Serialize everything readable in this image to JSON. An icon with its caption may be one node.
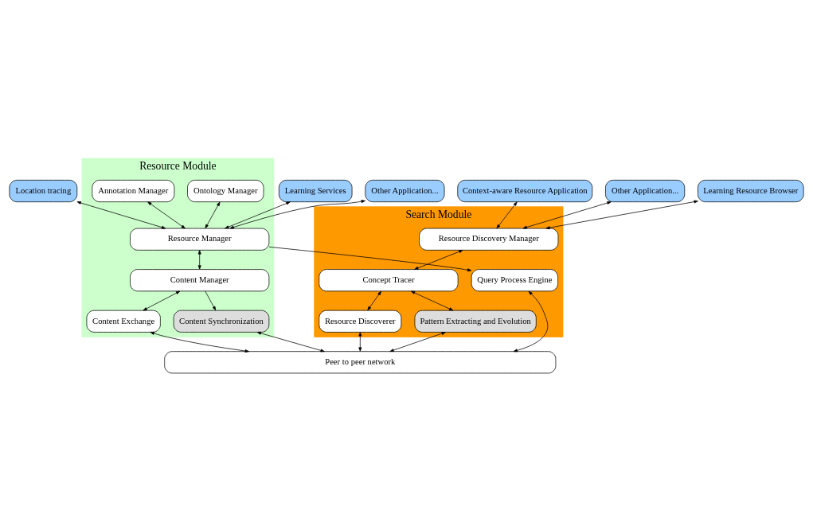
{
  "diagram": {
    "nodes": [
      {
        "text": [
          "Location tracing"
        ]
      },
      {
        "text": [
          "Learning Services"
        ]
      },
      {
        "text": [
          "Other Application..."
        ]
      },
      {
        "text": [
          "Learning Resource Browser"
        ]
      },
      {
        "text": [
          "Context-aware Resource Application"
        ]
      },
      {
        "text": [
          "Other Application..."
        ]
      },
      {
        "text": [
          "Resource Module"
        ]
      },
      {
        "text": [
          "Ontology Manager"
        ],
        "in": 6
      },
      {
        "text": [
          "Resource Manager"
        ],
        "in": 6
      },
      {
        "text": [
          "Content Manager"
        ],
        "in": 6
      },
      {
        "text": [
          "Annotation Manager"
        ],
        "in": 6
      },
      {
        "text": [
          "Content Exchange"
        ],
        "in": 6
      },
      {
        "text": [
          "Content Synchronization"
        ],
        "in": 6
      },
      {
        "text": [
          "Search Module"
        ]
      },
      {
        "text": [
          "Query Process Engine"
        ],
        "in": 13
      },
      {
        "text": [
          "Resource Discovery Manager"
        ],
        "in": 13
      },
      {
        "text": [
          "Concept Tracer"
        ],
        "in": 13
      },
      {
        "text": [
          "Resource Discoverer"
        ],
        "in": 13
      },
      {
        "text": [
          "Pattern Extracting and Evolution"
        ],
        "in": 13
      },
      {
        "text": [
          "Peer to peer network"
        ]
      }
    ],
    "edges": [
      {
        "from": 0,
        "to": 8,
        "arrow": "both"
      },
      {
        "from": 1,
        "to": 8,
        "arrow": "both"
      },
      {
        "from": 2,
        "to": 8,
        "arrow": "both"
      },
      {
        "from": 3,
        "to": 15,
        "arrow": "both"
      },
      {
        "from": 4,
        "to": 15,
        "arrow": "both"
      },
      {
        "from": 5,
        "to": 15,
        "arrow": "both"
      },
      {
        "from": 7,
        "to": 8,
        "arrow": "both"
      },
      {
        "from": 10,
        "to": 8,
        "arrow": "both"
      },
      {
        "from": 8,
        "to": 14,
        "arrow": "to"
      },
      {
        "from": 8,
        "to": 9,
        "arrow": "both"
      },
      {
        "from": 9,
        "to": 11,
        "arrow": "both"
      },
      {
        "from": 9,
        "to": 12,
        "arrow": "to"
      },
      {
        "from": 15,
        "to": 16,
        "arrow": "both"
      },
      {
        "from": 16,
        "to": 17,
        "arrow": "both"
      },
      {
        "from": 16,
        "to": 18,
        "arrow": "both"
      },
      {
        "from": 11,
        "to": 19,
        "arrow": "both"
      },
      {
        "from": 12,
        "to": 19,
        "arrow": "both"
      },
      {
        "from": 14,
        "to": 19,
        "arrow": "both"
      },
      {
        "from": 17,
        "to": 19,
        "arrow": "both"
      },
      {
        "from": 18,
        "to": 19,
        "arrow": "both"
      }
    ]
  }
}
